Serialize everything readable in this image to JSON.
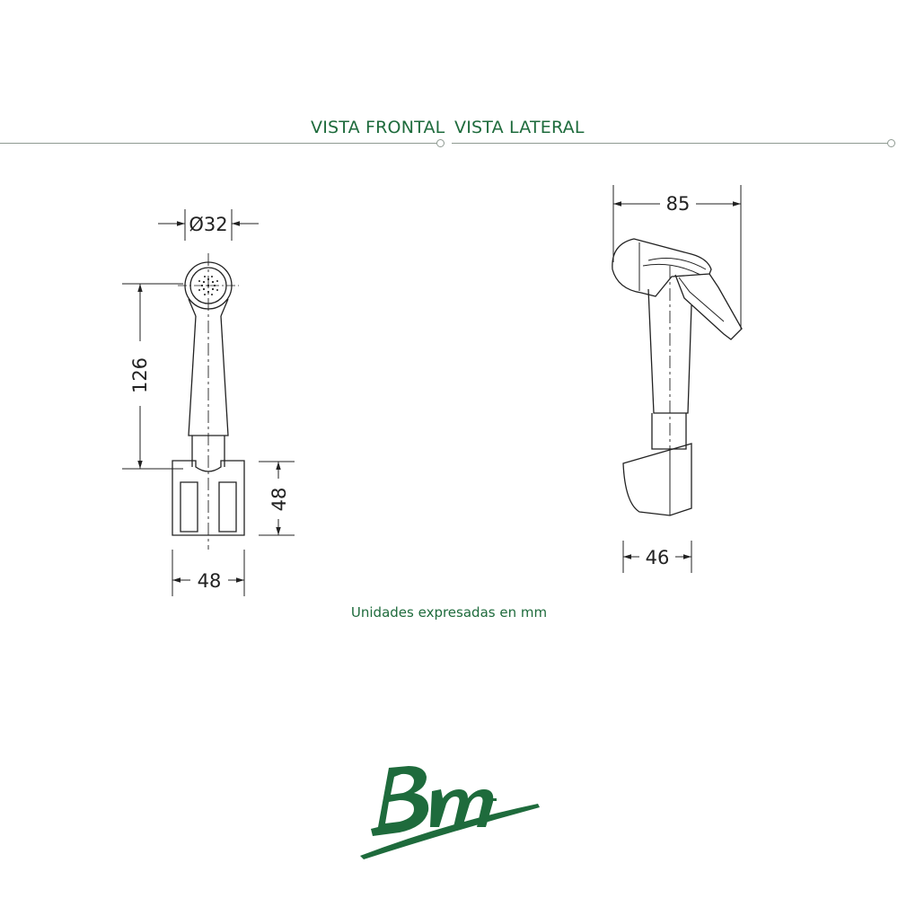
{
  "views": {
    "front_title": "VISTA FRONTAL",
    "side_title": "VISTA LATERAL"
  },
  "dimensions": {
    "diameter": "Ø32",
    "height_handle": "126",
    "holder_height": "48",
    "holder_width": "48",
    "side_length": "85",
    "side_base": "46"
  },
  "note": "Unidades expresadas en mm",
  "logo": {
    "text": "BM",
    "color": "#1e6b3c"
  },
  "colors": {
    "accent": "#1e6b3c",
    "line": "#8f9a92",
    "drawing": "#222222"
  }
}
